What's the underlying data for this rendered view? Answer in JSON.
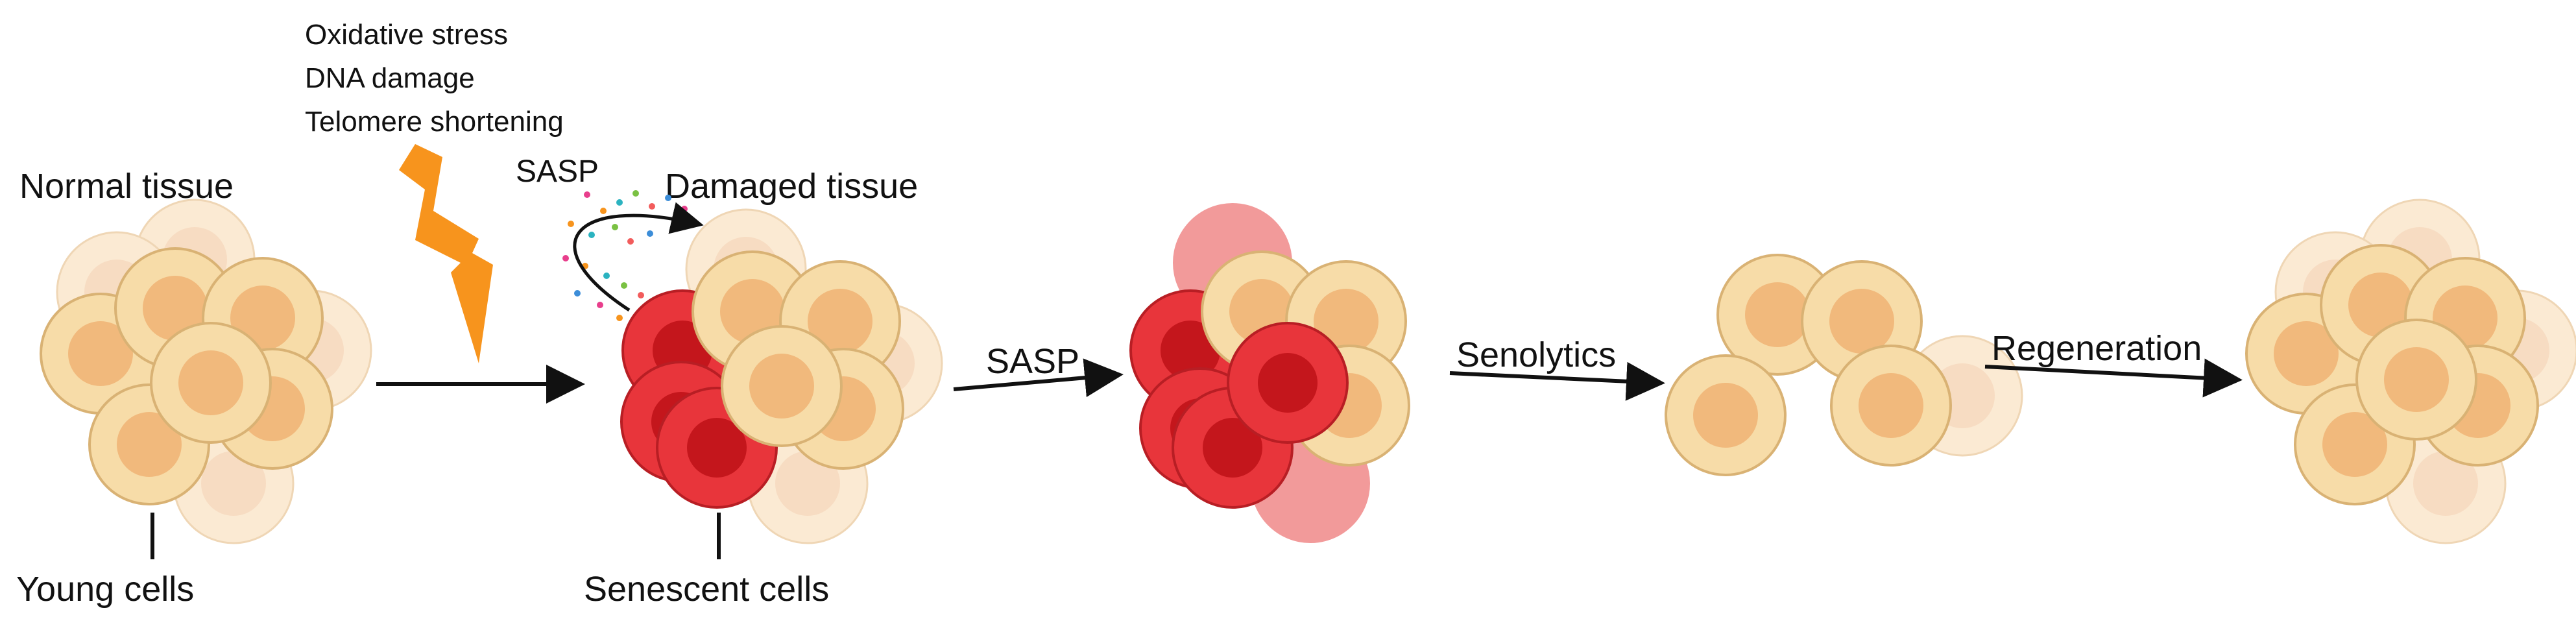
{
  "labels": {
    "stressors": [
      "Oxidative stress",
      "DNA damage",
      "Telomere shortening"
    ],
    "normal_tissue": "Normal tissue",
    "damaged_tissue": "Damaged tissue",
    "young_cells": "Young  cells",
    "senescent_cells": "Senescent cells",
    "sasp_secretion": "SASP",
    "sasp_arrow": "SASP",
    "senolytics": "Senolytics",
    "regeneration": "Regeneration"
  },
  "colors": {
    "young_cell_fill": "#F7DCA8",
    "young_cell_stroke": "#D9B274",
    "young_cell_nucleus": "#F1B97C",
    "faded_cell_fill": "#FBEAD3",
    "senescent_cell_fill": "#E8353B",
    "senescent_cell_stroke": "#B81E24",
    "senescent_cell_nucleus": "#C4161C",
    "faded_senescent_fill": "#F29A9A",
    "lightning": "#F7941D",
    "arrow": "#111111",
    "sasp_dots": [
      "#E83E8C",
      "#F7941D",
      "#2BB3C0",
      "#7AC143",
      "#F25C5C",
      "#3C8DD8"
    ]
  },
  "icons": {
    "stress": "lightning-bolt-icon"
  }
}
